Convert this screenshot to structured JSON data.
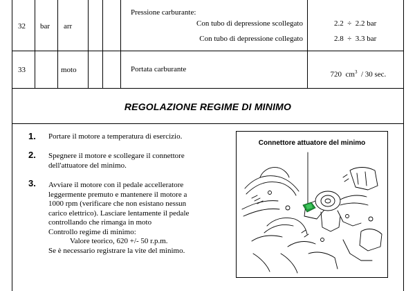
{
  "rows": [
    {
      "num": "32",
      "unit": "bar",
      "type": "arr",
      "title": "Pressione carburante:",
      "sub1": "Con tubo di depressione scollegato",
      "val1": "2.2  ÷  2.2 bar",
      "sub2": "Con tubo di depressione collegato",
      "val2": "2.8  ÷  3.3 bar"
    },
    {
      "num": "33",
      "type": "moto",
      "title": "Portata carburante",
      "val_main": "720  cm",
      "val_sup": "3",
      "val_rest": "  / 30 sec."
    }
  ],
  "section": {
    "title": "REGOLAZIONE REGIME DI MINIMO",
    "steps": [
      {
        "num": "1.",
        "lines": [
          "Portare il motore a temperatura di esercizio."
        ]
      },
      {
        "num": "2.",
        "lines": [
          "Spegnere il motore e scollegare il connettore",
          "dell'attuatore del minimo."
        ]
      },
      {
        "num": "3.",
        "lines": [
          "Avviare il motore con il pedale accelleratore",
          "leggermente premuto e mantenere il motore a",
          "1000 rpm (verificare che non esistano nessun",
          "carico elettrico). Lasciare lentamente il pedale",
          "controllando che rimanga in moto",
          "Controllo regime di minimo:",
          "Valore teorico, 620 +/- 50 r.p.m.",
          "Se è necessario registrare la vite del minimo."
        ]
      }
    ],
    "figure_caption": "Connettore attuatore del minimo"
  }
}
